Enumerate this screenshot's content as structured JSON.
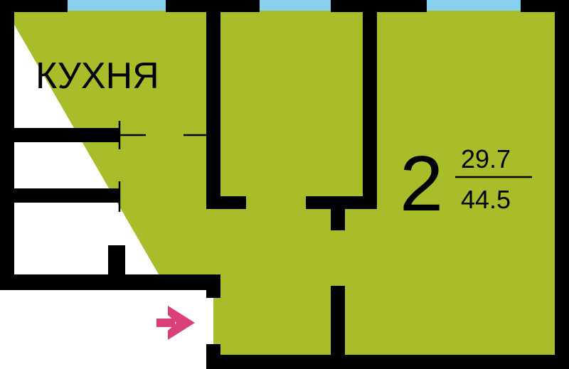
{
  "colors": {
    "floor": "#a9bc29",
    "wall": "#000000",
    "window": "#87d0ef",
    "entrance_arrow": "#d9407a",
    "outside": "#ffffff"
  },
  "labels": {
    "kitchen": "КУХНЯ",
    "rooms_count": "2",
    "living_area": "29.7",
    "total_area": "44.5"
  },
  "icons": {
    "entrance": "entrance-arrow-icon"
  }
}
